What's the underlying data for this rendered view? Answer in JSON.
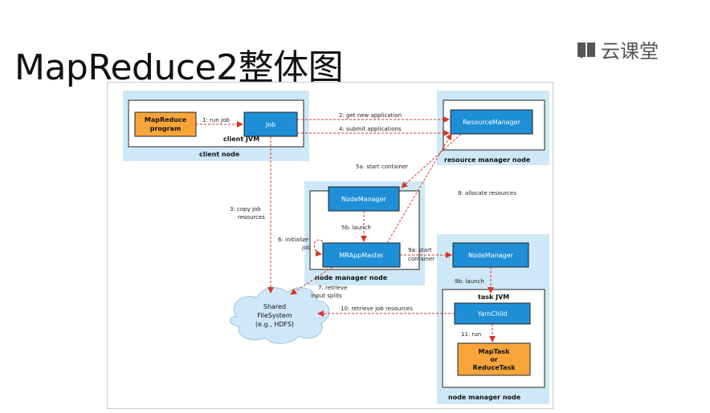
{
  "slide": {
    "title": "MapReduce2整体图",
    "brand": "云课堂",
    "brand_icon": "book-icon",
    "colors": {
      "node_bg": "#cfe8f7",
      "blue_box": "#1e8fd6",
      "orange_box": "#f7a53a",
      "arrow": "#d9342b"
    }
  },
  "diagram": {
    "mapreduce_program": [
      "MapReduce",
      "program"
    ],
    "job": "Job",
    "client_jvm": "client JVM",
    "client_node": "client node",
    "resource_manager": "ResourceManager",
    "resource_manager_node": "resource manager node",
    "node_manager_1": "NodeManager",
    "mr_app_master": "MRAppMaster",
    "node_manager_node_1": "node manager node",
    "node_manager_2": "NodeManager",
    "task_jvm": "task JVM",
    "yarn_child": "YarnChild",
    "task_box": [
      "MapTask",
      "or",
      "ReduceTask"
    ],
    "node_manager_node_2": "node manager node",
    "shared_fs": [
      "Shared",
      "FileSystem",
      "(e.g., HDFS)"
    ],
    "labels": {
      "run_job": "1: run job",
      "get_new_app": "2: get new application",
      "submit_app": "4: submit applications",
      "copy_job": [
        "3: copy job",
        "resources"
      ],
      "start_container_5a": "5a: start container",
      "launch_5b": "5b: launch",
      "allocate": "8: allocate resources",
      "initialize": [
        "6: initialize",
        "job"
      ],
      "start_container_9a": [
        "9a: start",
        "container"
      ],
      "retrieve_splits": [
        "7: retrieve",
        "input splits"
      ],
      "launch_9b": "9b: launch",
      "retrieve_job": "10: retrieve job resources",
      "run_11": "11: run"
    }
  }
}
